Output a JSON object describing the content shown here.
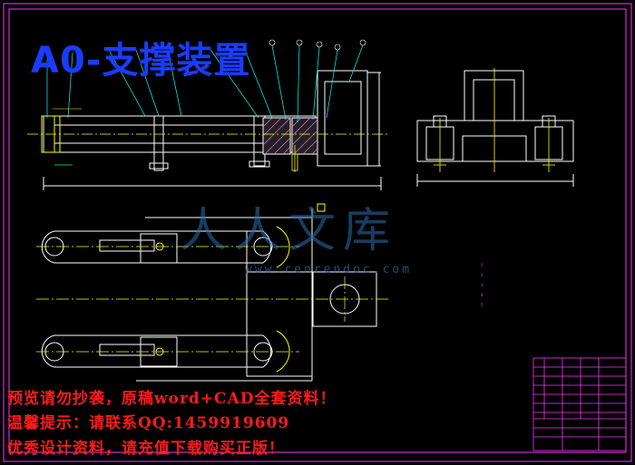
{
  "drawing": {
    "title": "A0-支撑装置"
  },
  "watermark": {
    "brand": "人人文库",
    "url": "www.renrendoc.com"
  },
  "promo": {
    "line1": "预览请勿抄袭，原稿word+CAD全套资料！",
    "line2": "温馨提示：请联系QQ:1459919609",
    "line3": "优秀设计资料，请充值下载购买正版！"
  },
  "notes": [
    "1",
    "2",
    "3",
    "4",
    "5"
  ],
  "colors": {
    "background": "#000000",
    "frame": "#ff33ff",
    "geometry": "#ffffff",
    "centerline": "#ffff00",
    "leader": "#00ffff",
    "hatch": "#ff66ff",
    "title": "#1a3cff",
    "promo": "#ff1a1a",
    "watermark": "#2a6fb0"
  }
}
